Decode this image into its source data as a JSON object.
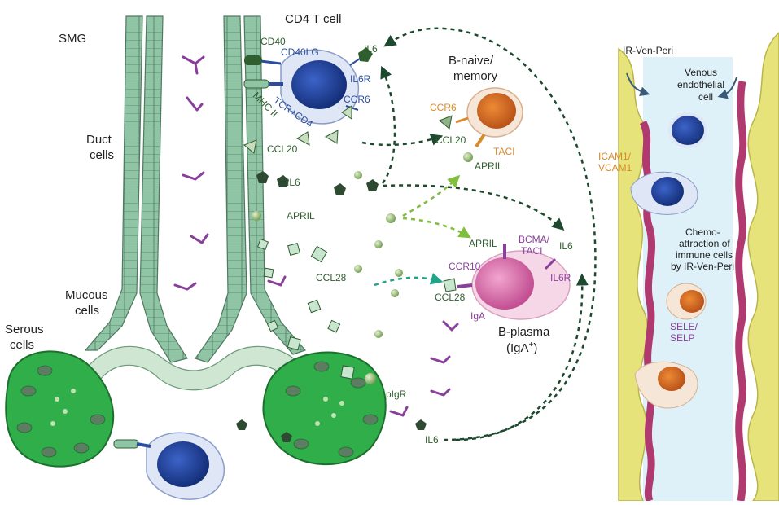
{
  "labels": {
    "smg": "SMG",
    "duct_cells_1": "Duct",
    "duct_cells_2": "cells",
    "mucous_cells_1": "Mucous",
    "mucous_cells_2": "cells",
    "serous_cells_1": "Serous",
    "serous_cells_2": "cells",
    "cd4_t_cell": "CD4 T cell",
    "cd40": "CD40",
    "cd40lg": "CD40LG",
    "tcr_cd4": "TCR+CD4",
    "mhc_ii": "MHC II",
    "il6_top": "IL6",
    "il6r_t": "IL6R",
    "ccr6_t": "CCR6",
    "ccl20_left": "CCL20",
    "b_naive_1": "B-naive/",
    "b_naive_2": "memory",
    "ccr6_b": "CCR6",
    "ccl20_b": "CCL20",
    "taci_b": "TACI",
    "april_b": "APRIL",
    "il6_mid": "IL6",
    "april_mid": "APRIL",
    "ccl28_mid": "CCL28",
    "april_plasma": "APRIL",
    "bcma_1": "BCMA/",
    "bcma_2": "TACI",
    "il6_plasma": "IL6",
    "ccr10": "CCR10",
    "ccl28_plasma": "CCL28",
    "il6r_plasma": "IL6R",
    "iga": "IgA",
    "b_plasma_1": "B-plasma",
    "b_plasma_2": "(IgA",
    "b_plasma_sup": "+",
    "b_plasma_close": ")",
    "pigr": "pIgR",
    "il6_bottom": "IL6",
    "ir_ven_peri": "IR-Ven-Peri",
    "venous_1": "Venous",
    "venous_2": "endothelial",
    "venous_3": "cell",
    "icam_1": "ICAM1/",
    "icam_2": "VCAM1",
    "chemo_1": "Chemo-",
    "chemo_2": "attraction of",
    "chemo_3": "immune cells",
    "chemo_4": "by IR-Ven-Peri",
    "sele_1": "SELE/",
    "sele_2": "SELP"
  },
  "colors": {
    "duct": "#8fc4a5",
    "duct_outline": "#4f7a60",
    "serous": "#2fae4a",
    "serous_dark": "#1d6f2e",
    "mucous": "#cfe6d2",
    "t_cell": "#2448a8",
    "b_naive": "#d9701f",
    "b_plasma": "#d96aa9",
    "vessel_wall": "#e6e37a",
    "vessel_pink": "#b03a6f",
    "vessel_lumen": "#dff1f8",
    "arrow_dark": "#1d4a2e",
    "arrow_light": "#7fbf3a",
    "arrow_teal": "#22a38a",
    "ligand": "#6b8a5a",
    "antibody": "#8a3f9c"
  }
}
